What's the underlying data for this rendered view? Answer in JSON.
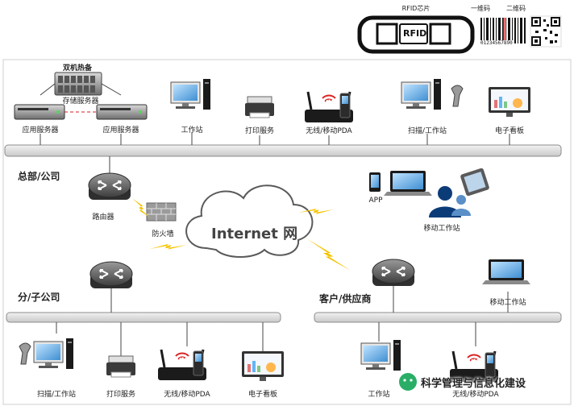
{
  "legend": {
    "rfid_chip": "RFID芯片",
    "rfid_tag": "RFID",
    "barcode": "一维码",
    "barcode_number": "01234567890",
    "qrcode": "二维码"
  },
  "hq": {
    "section": "总部/公司",
    "dual_host": "双机热备",
    "storage": "存储服务器",
    "app_server_1": "应用服务器",
    "app_server_2": "应用服务器",
    "workstation": "工作站",
    "print": "打印服务",
    "wireless": "无线/移动PDA",
    "scan": "扫描/工作站",
    "kanban": "电子看板",
    "router": "路由器",
    "firewall": "防火墙"
  },
  "internet": {
    "label": "Internet 网"
  },
  "mobile": {
    "app": "APP",
    "mobile_ws": "移动工作站"
  },
  "branch": {
    "section": "分/子公司",
    "scan": "扫描/工作站",
    "print": "打印服务",
    "wireless": "无线/移动PDA",
    "kanban": "电子看板"
  },
  "customer": {
    "section": "客户/供应商",
    "mobile_ws": "移动工作站",
    "workstation": "工作站",
    "wireless": "无线/移动PDA"
  },
  "wifi_text": "WiFi",
  "watermark": "科学管理与信息化建设",
  "colors": {
    "bar": "#d9d9d9",
    "bar_border": "#8c8c8c",
    "lightning": "#f5c400",
    "wechat": "#2aae67",
    "screen": "#5aa9e6",
    "barcode_red": "#e02020"
  }
}
